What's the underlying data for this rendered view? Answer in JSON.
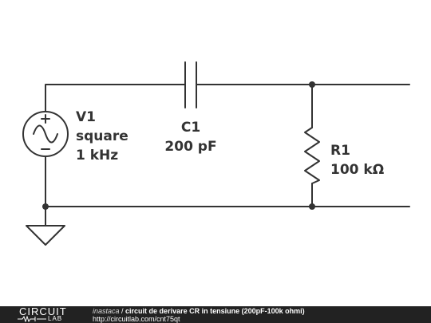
{
  "components": {
    "v1": {
      "name": "V1",
      "waveform": "square",
      "frequency": "1 kHz"
    },
    "c1": {
      "name": "C1",
      "value": "200 pF"
    },
    "r1": {
      "name": "R1",
      "value": "100 kΩ"
    }
  },
  "footer": {
    "logo_top": "CIRCUIT",
    "logo_bottom": "LAB",
    "author": "inastaca",
    "separator": " / ",
    "title": "circuit de derivare CR in tensiune (200pF-100k ohmi)",
    "url": "http://circuitlab.com/cnt75qt"
  },
  "colors": {
    "wire": "#333333",
    "footer_bg": "#222222"
  }
}
